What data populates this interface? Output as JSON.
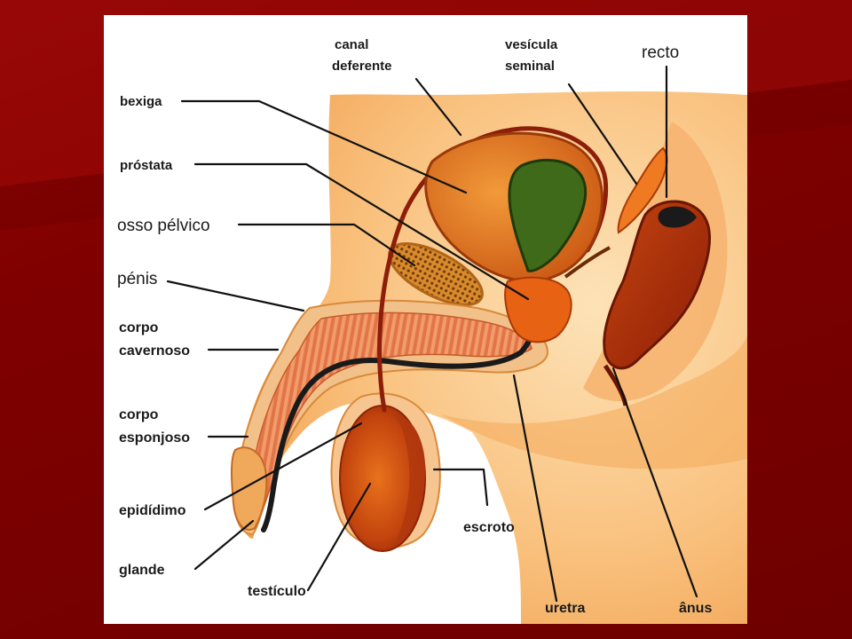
{
  "labels": {
    "canal_deferente": [
      "canal",
      "deferente"
    ],
    "vesicula_seminal": [
      "vesícula",
      "seminal"
    ],
    "recto": "recto",
    "bexiga": "bexiga",
    "prostata": "próstata",
    "osso_pelvico": "osso pélvico",
    "penis": "pénis",
    "corpo_cavernoso": [
      "corpo",
      "cavernoso"
    ],
    "corpo_esponjoso": [
      "corpo",
      "esponjoso"
    ],
    "epididimo": "epidídimo",
    "glande": "glande",
    "testiculo": "testículo",
    "escroto": "escroto",
    "uretra": "uretra",
    "anus": "ânus"
  },
  "colors": {
    "slide_background": "#800000",
    "figure_background": "#ffffff",
    "skin": "#f7b26a",
    "skin_light": "#fcd9a4",
    "organ_orange": "#e0731c",
    "organ_dark": "#b8420f",
    "vessel": "#8c1e0a",
    "bladder_inner": "#3f6a1a",
    "label_text": "#1a1a1a"
  }
}
